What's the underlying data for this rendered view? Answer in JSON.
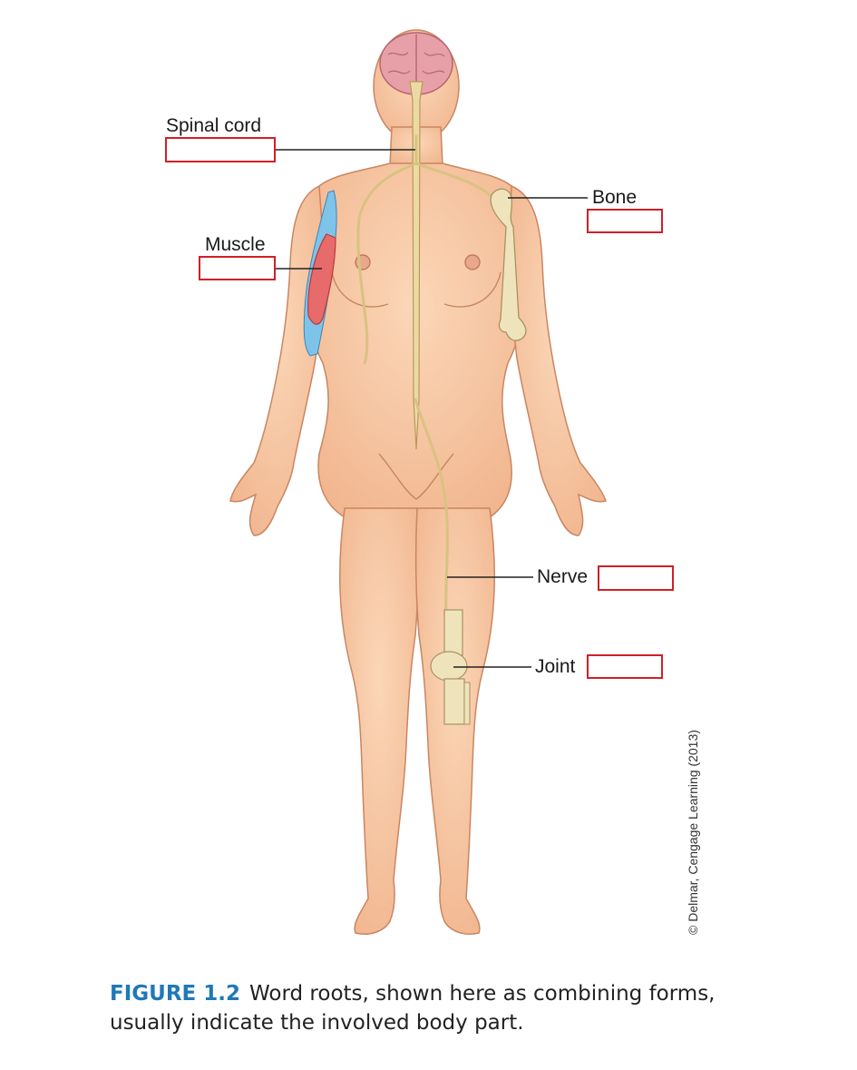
{
  "labels": {
    "spinal_cord": "Spinal cord",
    "muscle": "Muscle",
    "bone": "Bone",
    "nerve": "Nerve",
    "joint": "Joint"
  },
  "answers": {
    "spinal_cord": "",
    "muscle": "",
    "bone": "",
    "nerve": "",
    "joint": ""
  },
  "credit": "© Delmar, Cengage Learning (2013)",
  "caption": {
    "figure_number": "FIGURE 1.2",
    "text": "Word roots, shown here as combining forms, usually indicate the involved body part."
  },
  "colors": {
    "skin": "#f8c8a3",
    "skin_outline": "#c98662",
    "nerve": "#ecd9a4",
    "bone": "#efe3bb",
    "muscle": "#e86b6b",
    "tendon": "#7ec3e8",
    "brain": "#e8a0a8",
    "answer_box": "#d11f26",
    "caption_accent": "#1f79b8"
  },
  "icons": [
    "brain-icon",
    "spinal-cord-icon",
    "muscle-icon",
    "bone-icon",
    "nerve-icon",
    "knee-joint-icon"
  ]
}
